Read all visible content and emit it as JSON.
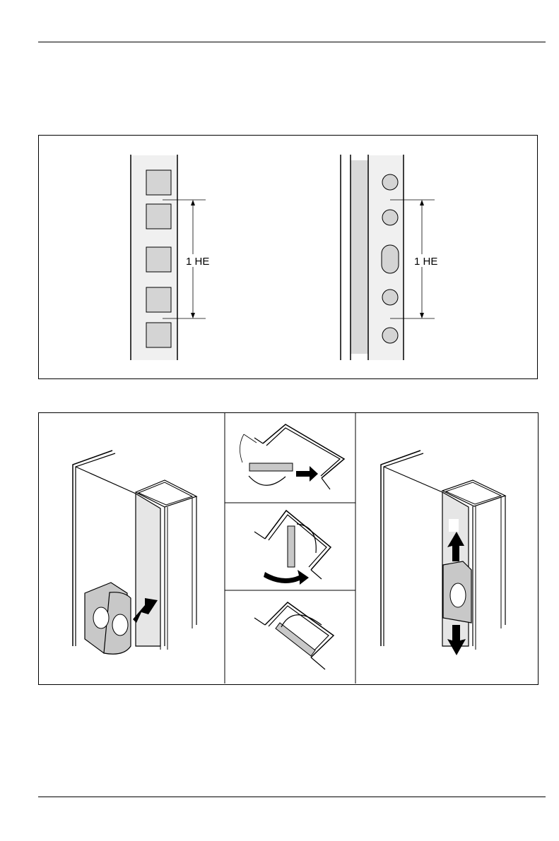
{
  "figure1": {
    "square_rail_label": "1 HE",
    "round_rail_label": "1 HE"
  },
  "colors": {
    "panel_fill": "#f0f0f0",
    "hole_fill": "#d4d4d4",
    "strip_fill": "#d9d9d9",
    "nut_fill": "#c8c8c8",
    "line": "#000000"
  },
  "figure2": {
    "steps": [
      "insert-cage-nut",
      "rotate-cage-nut",
      "clip-cage-nut",
      "cage-nut-seated",
      "remove-cage-nut"
    ]
  }
}
